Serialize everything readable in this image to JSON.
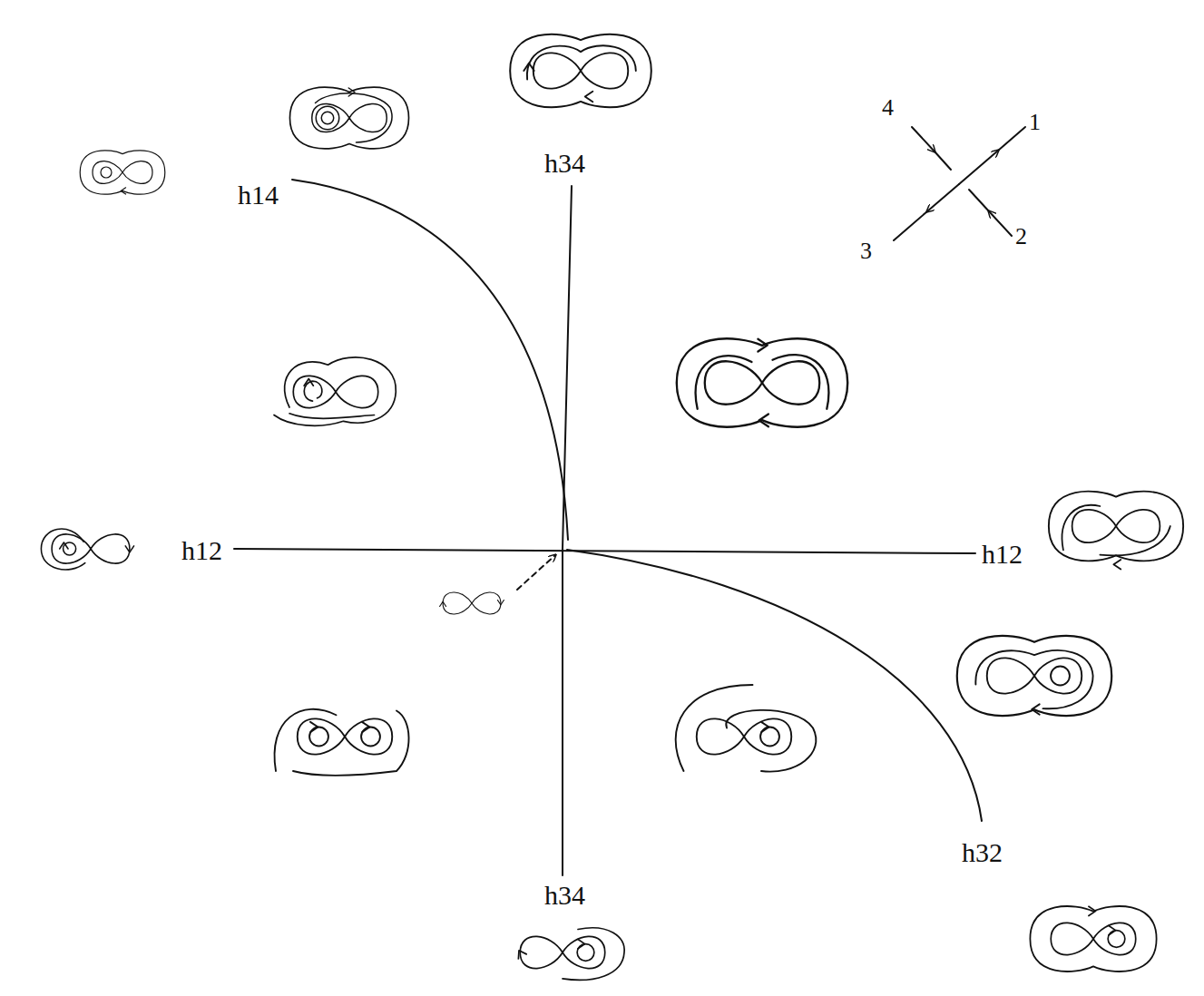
{
  "diagram": {
    "labels": [
      "h14",
      "h34",
      "h12",
      "h12",
      "h34",
      "h32",
      "4",
      "1",
      "3",
      "2"
    ]
  }
}
